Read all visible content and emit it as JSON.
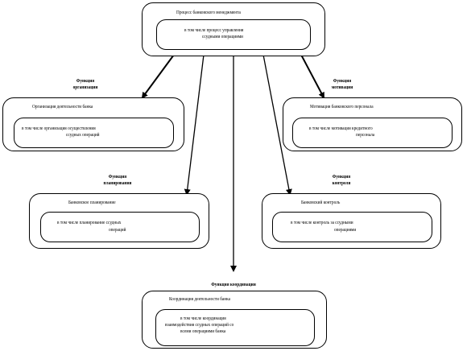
{
  "top": {
    "title": "Процесс банковского менеджмента",
    "inner_line1": "в том числе процесс управления",
    "inner_line2": "ссудными операциями"
  },
  "organization": {
    "func_line1": "Функция",
    "func_line2": "организации",
    "title": "Организация деятельности банка",
    "inner_line1": "в том числе организация осуществления",
    "inner_line2": "ссудных операций"
  },
  "motivation": {
    "func_line1": "Функция",
    "func_line2": "мотивации",
    "title": "Мотивация банковского персонала",
    "inner_line1": "в том числе мотивация кредитного",
    "inner_line2": "персонала"
  },
  "planning": {
    "func_line1": "Функция",
    "func_line2": "планирования",
    "title": "Банковское планирование",
    "inner_line1": "в том числе планирование ссудных",
    "inner_line2": "операций"
  },
  "control": {
    "func_line1": "Функция",
    "func_line2": "контроля",
    "title": "Банковский контроль",
    "inner_line1": "в том числе контроль за ссудными",
    "inner_line2": "операциями"
  },
  "coordination": {
    "func_label": "Функция координации",
    "title": "Координация деятельности банка",
    "inner_line1": "в том числе координация",
    "inner_line2": "взаимодействия ссудных операций со",
    "inner_line3": "всеми операциями банка"
  }
}
